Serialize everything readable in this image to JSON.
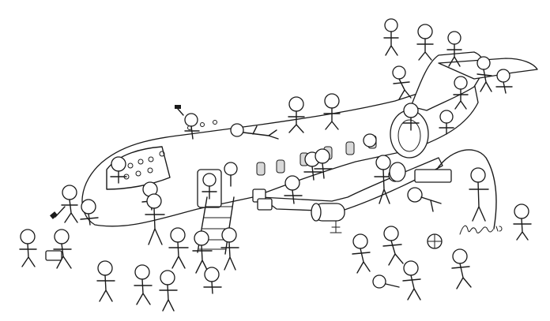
{
  "image": {
    "style": "black ink line-art cartoon",
    "background_color": "#ffffff",
    "ink_color": "#1a1a1a"
  },
  "signature": {
    "kind": "handwritten signature reproduced as picture",
    "text": "Ahmad '06"
  }
}
